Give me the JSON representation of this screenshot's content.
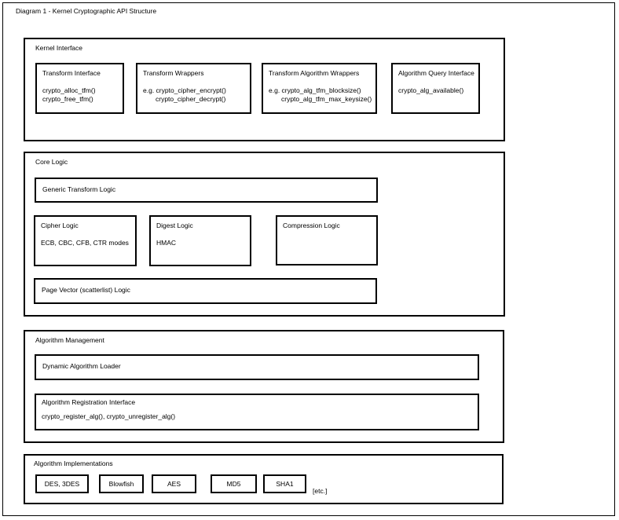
{
  "title": "Diagram 1 - Kernel Cryptographic API Structure",
  "colors": {
    "line": "#000000",
    "background": "#ffffff",
    "text": "#000000"
  },
  "kernel_interface": {
    "label": "Kernel Interface",
    "transform_interface": {
      "title": "Transform Interface",
      "line1": "crypto_alloc_tfm()",
      "line2": "crypto_free_tfm()"
    },
    "transform_wrappers": {
      "title": "Transform Wrappers",
      "line1": "e.g. crypto_cipher_encrypt()",
      "line2": "crypto_cipher_decrypt()"
    },
    "transform_algorithm_wrappers": {
      "title": "Transform Algorithm Wrappers",
      "line1": "e.g. crypto_alg_tfm_blocksize()",
      "line2": "crypto_alg_tfm_max_keysize()"
    },
    "algorithm_query_interface": {
      "title": "Algorithm Query Interface",
      "line1": "crypto_alg_available()"
    }
  },
  "core_logic": {
    "label": "Core Logic",
    "generic_transform": {
      "title": "Generic Transform Logic"
    },
    "cipher": {
      "title": "Cipher Logic",
      "line1": "ECB, CBC, CFB, CTR modes"
    },
    "digest": {
      "title": "Digest Logic",
      "line1": "HMAC"
    },
    "compression": {
      "title": "Compression Logic"
    },
    "page_vector": {
      "title": "Page Vector (scatterlist) Logic"
    }
  },
  "algorithm_management": {
    "label": "Algorithm Management",
    "dynamic_loader": {
      "title": "Dynamic Algorithm Loader"
    },
    "registration": {
      "title": "Algorithm Registration Interface",
      "line1": "crypto_register_alg(), crypto_unregister_alg()"
    }
  },
  "algorithm_implementations": {
    "label": "Algorithm Implementations",
    "items": [
      "DES, 3DES",
      "Blowfish",
      "AES",
      "MD5",
      "SHA1"
    ],
    "etc": "[etc.]"
  }
}
